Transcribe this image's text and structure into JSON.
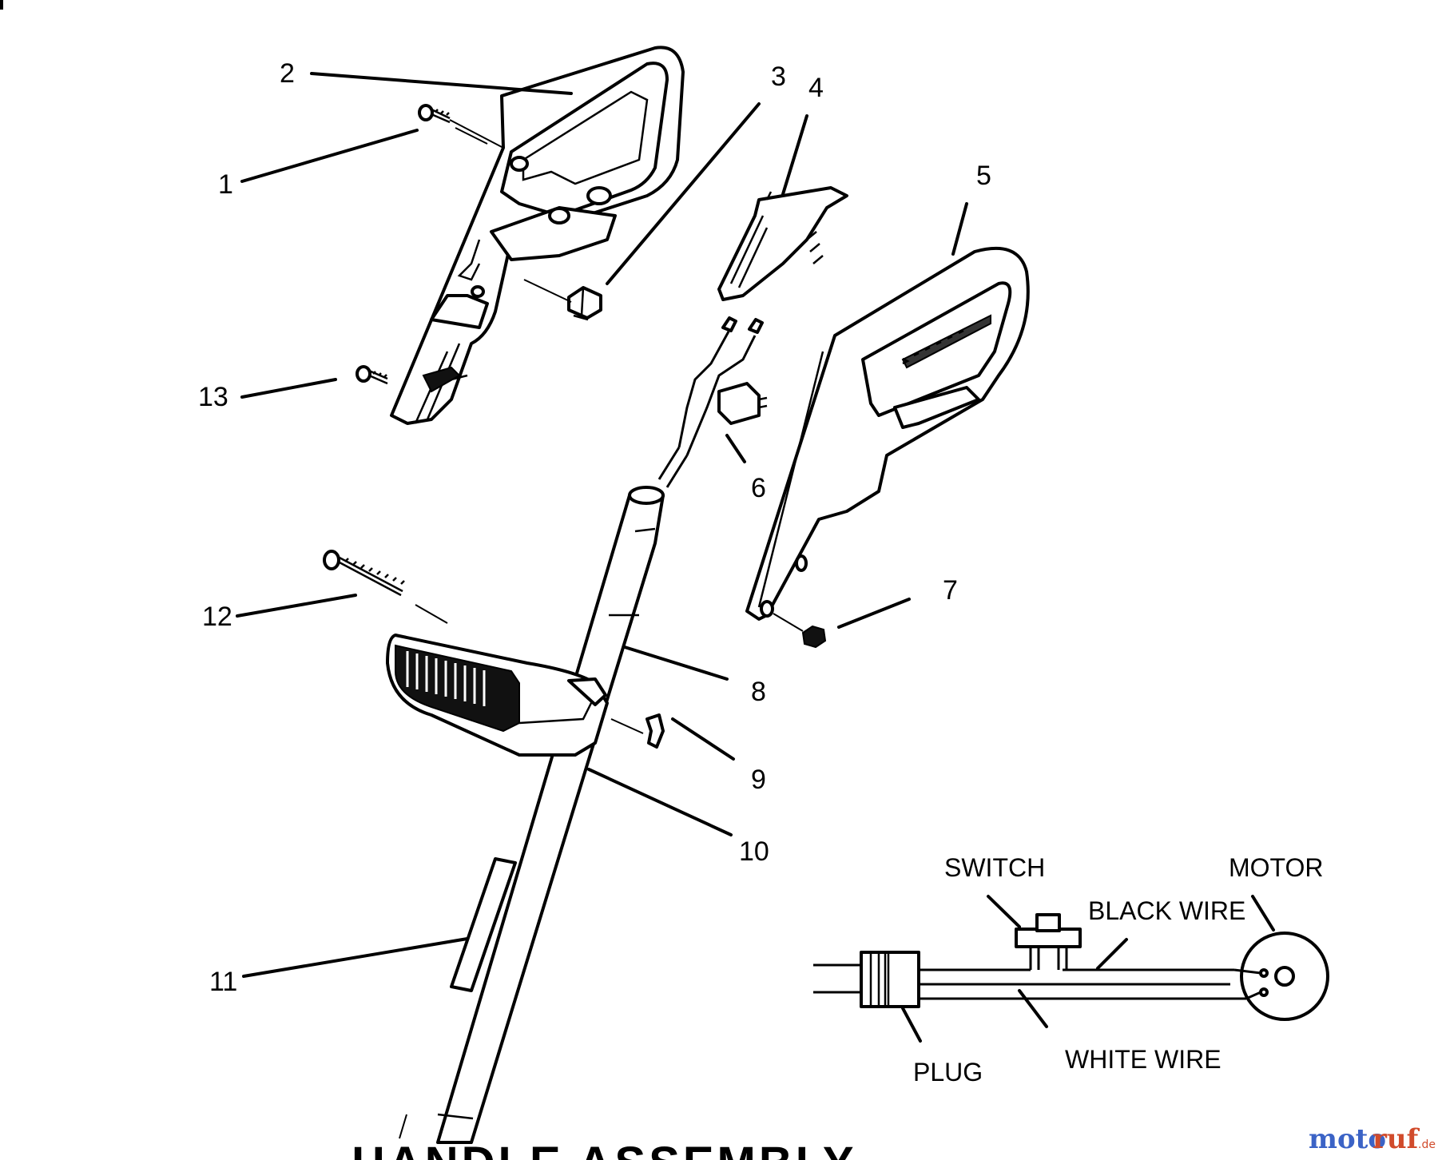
{
  "diagram": {
    "title": "HANDLE ASSEMBLY",
    "callouts": [
      "1",
      "2",
      "3",
      "4",
      "5",
      "6",
      "7",
      "8",
      "9",
      "10",
      "11",
      "12",
      "13"
    ],
    "wiring": {
      "switch": "SWITCH",
      "motor": "MOTOR",
      "black_wire": "BLACK WIRE",
      "white_wire": "WHITE WIRE",
      "plug": "PLUG"
    }
  },
  "watermark": {
    "part1": "moto",
    "part2": "ruf",
    "part3": ".de"
  }
}
